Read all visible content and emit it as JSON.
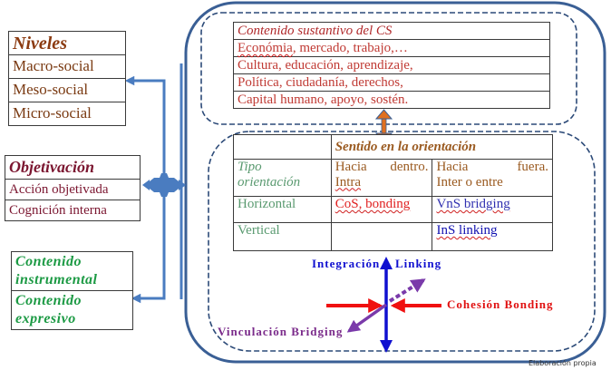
{
  "niveles": {
    "title": "Niveles",
    "items": [
      "Macro-social",
      "Meso-social",
      "Micro-social"
    ]
  },
  "objetivacion": {
    "title": "Objetivación",
    "items": [
      "Acción objetivada",
      "Cognición interna"
    ]
  },
  "contenido": {
    "items": [
      {
        "line1": "Contenido",
        "line2": "instrumental"
      },
      {
        "line1": "Contenido",
        "line2": "expresivo"
      }
    ]
  },
  "sustantivo": {
    "title": "Contenido sustantivo del CS",
    "rows": [
      {
        "underlined": "Económia",
        "rest": ", mercado, trabajo,…"
      },
      {
        "underlined": "",
        "rest": "Cultura, educación, aprendizaje,"
      },
      {
        "underlined": "",
        "rest": "Política, ciudadanía, derechos,"
      },
      {
        "underlined": "",
        "rest": "Capital humano, apoyo, sostén."
      }
    ]
  },
  "sentido": {
    "header": "Sentido en la orientación",
    "tipo_label_1": "Tipo",
    "tipo_label_2": "orientación",
    "col1_line1_a": "Hacia",
    "col1_line1_b": "dentro.",
    "col1_line2": "Intra",
    "col2_line1_a": "Hacia",
    "col2_line1_b": "fuera.",
    "col2_line2": "Inter o entre",
    "rows": [
      {
        "label": "Horizontal",
        "col1": "CoS, bonding",
        "col2": "VnS bridging"
      },
      {
        "label": "Vertical",
        "col1": "",
        "col2": "InS linking"
      }
    ]
  },
  "axes": {
    "integracion": "Integración",
    "linking": "Linking",
    "cohesion": "Cohesión Bonding",
    "vinculacion": "Vinculación Bridging"
  },
  "colors": {
    "frame_blue": "#3a5f95",
    "connector_blue": "#4a7cc0",
    "vertical_arrow": "#1010d0",
    "horizontal_arrow": "#f01010",
    "diagonal_arrow": "#7a3aaa",
    "orange_connector": "#e07020"
  },
  "credit": "Elaboración propia"
}
